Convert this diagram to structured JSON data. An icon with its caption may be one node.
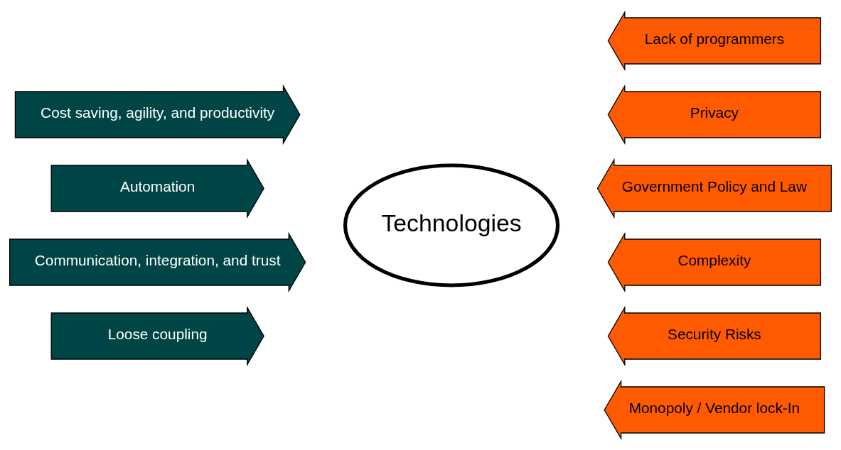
{
  "diagram": {
    "nodes": [
      {
        "text": [
          "Cost saving, agility, and productivity"
        ]
      },
      {
        "text": [
          "Automation"
        ]
      },
      {
        "text": [
          "Communication, integration, and trust"
        ]
      },
      {
        "text": [
          "Loose coupling"
        ]
      },
      {
        "text": [
          "Technologies"
        ]
      },
      {
        "text": [
          "Lack of programmers"
        ]
      },
      {
        "text": [
          "Privacy"
        ]
      },
      {
        "text": [
          "Government Policy and Law"
        ]
      },
      {
        "text": [
          "Complexity"
        ]
      },
      {
        "text": [
          "Security Risks"
        ]
      },
      {
        "text": [
          "Monopoly / Vendor lock-In"
        ]
      }
    ]
  }
}
